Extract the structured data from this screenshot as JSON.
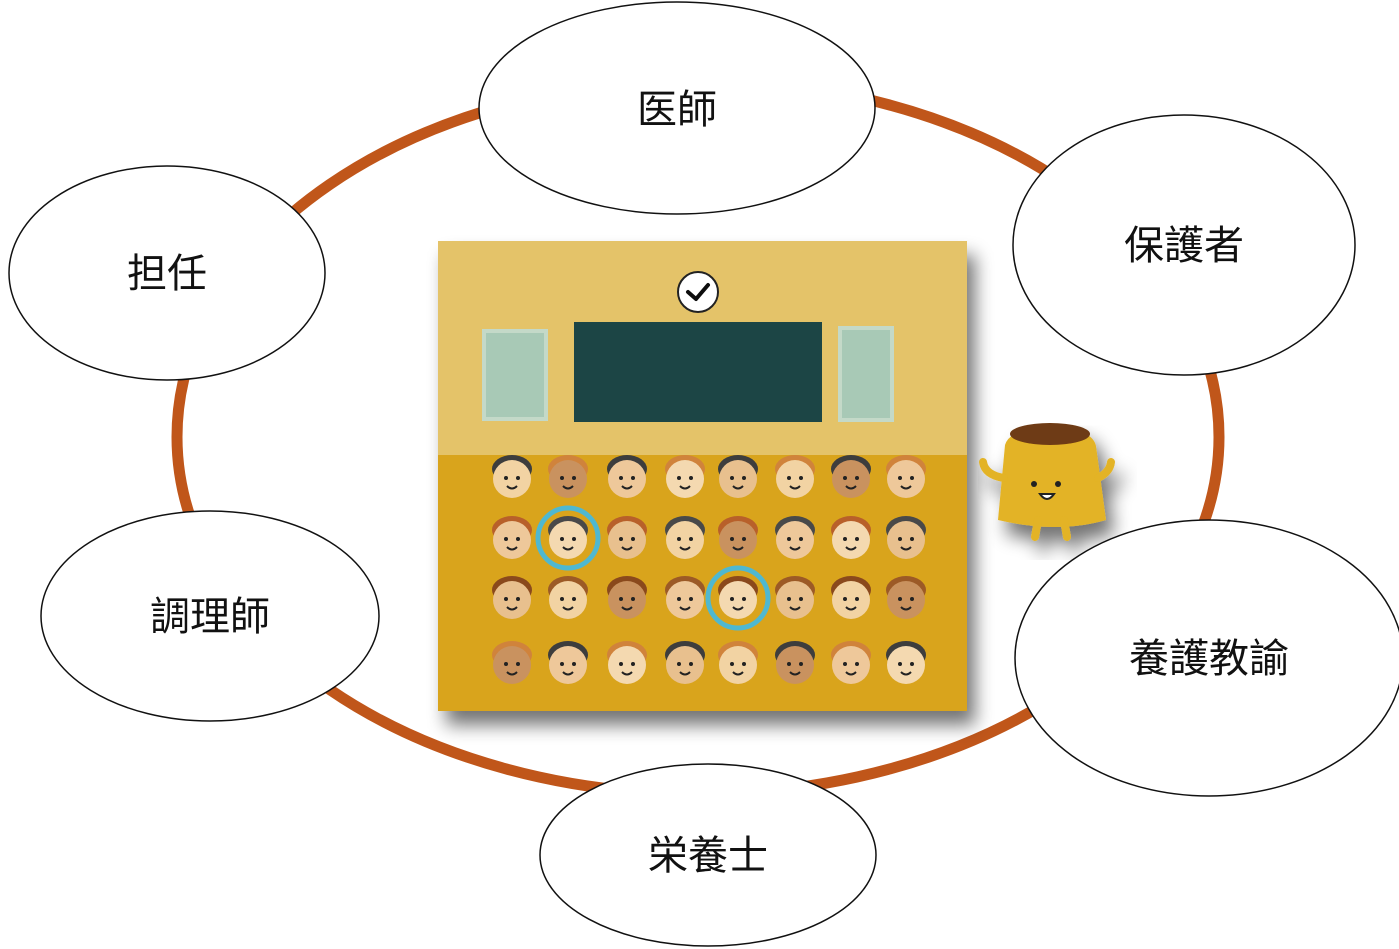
{
  "diagram": {
    "nodes": [
      {
        "id": "doctor",
        "label": "医師"
      },
      {
        "id": "guardian",
        "label": "保護者"
      },
      {
        "id": "homeroom",
        "label": "担任"
      },
      {
        "id": "cook",
        "label": "調理師"
      },
      {
        "id": "school-nurse",
        "label": "養護教諭"
      },
      {
        "id": "dietitian",
        "label": "栄養士"
      }
    ],
    "ring_color": "#c0561a",
    "illustration": {
      "description_icon": "classroom-illustration",
      "mascot_icon": "pudding-mascot-icon",
      "highlight_color": "#4fb8d0"
    }
  }
}
